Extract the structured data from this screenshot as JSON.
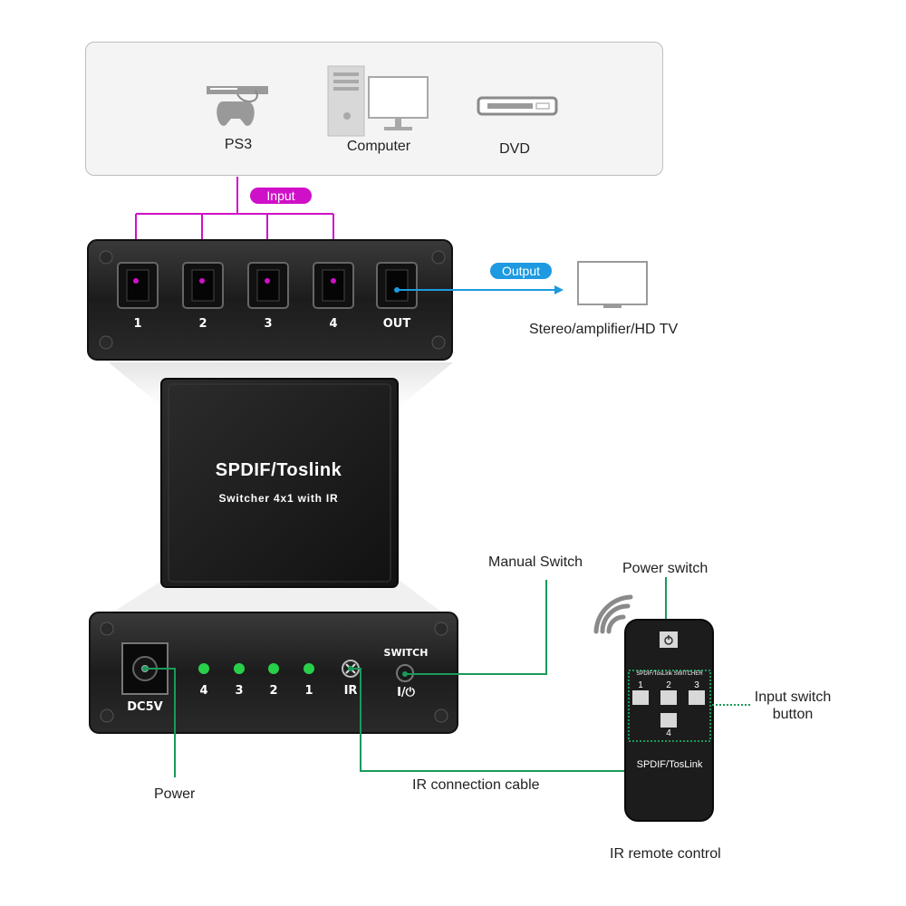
{
  "sources": {
    "ps3": "PS3",
    "computer": "Computer",
    "dvd": "DVD"
  },
  "input_label": "Input",
  "output_label": "Output",
  "output_device": "Stereo/amplifier/HD TV",
  "front_ports": [
    "1",
    "2",
    "3",
    "4",
    "OUT"
  ],
  "brand": {
    "title": "SPDIF/Toslink",
    "subtitle": "Switcher 4x1 with IR"
  },
  "back_panel": {
    "dc_label": "DC5V",
    "led_labels": [
      "4",
      "3",
      "2",
      "1"
    ],
    "ir_label": "IR",
    "switch_label": "SWITCH",
    "switch_symbol": "I/⏻"
  },
  "callouts": {
    "manual_switch": "Manual Switch",
    "power_switch": "Power switch",
    "input_switch_button": "Input switch\nbutton",
    "power": "Power",
    "ir_cable": "IR connection cable",
    "ir_remote": "IR remote control"
  },
  "remote": {
    "header": "SPDIF/TosLink  SWITCHER",
    "buttons": [
      "1",
      "2",
      "3",
      "4"
    ],
    "brand": "SPDIF/TosLink"
  },
  "colors": {
    "input": "#d010c8",
    "output": "#1d9ae0",
    "connector": "#1a9a5a",
    "led": "#28d04a"
  }
}
